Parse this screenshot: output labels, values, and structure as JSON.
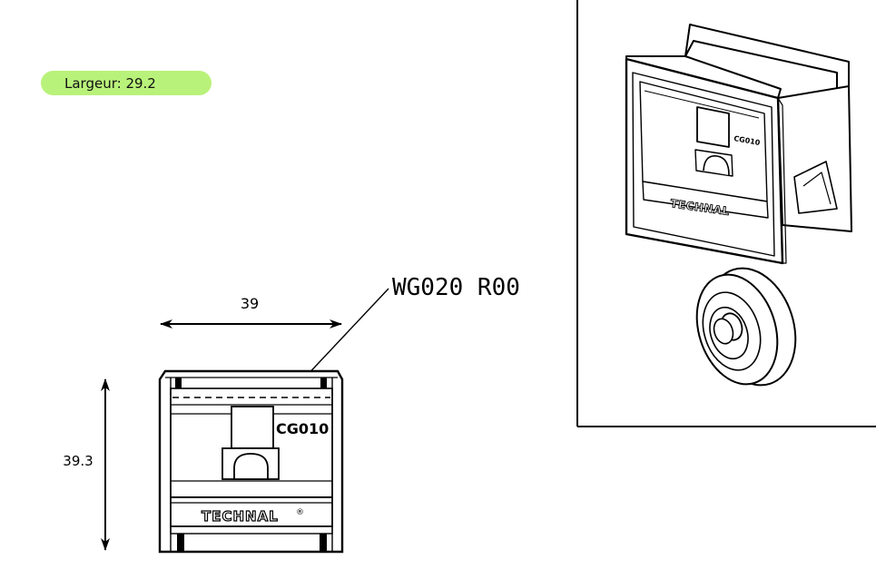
{
  "badge": {
    "label": "Largeur:",
    "value": "29.2"
  },
  "dimensions": {
    "width": "39",
    "height": "39.3"
  },
  "part_reference": "WG020 R00",
  "part_marking": "CG010",
  "brand": "TECHNAL",
  "brand_mark": "®",
  "iso_part_marking": "CG010",
  "iso_brand": "TECHNAL"
}
